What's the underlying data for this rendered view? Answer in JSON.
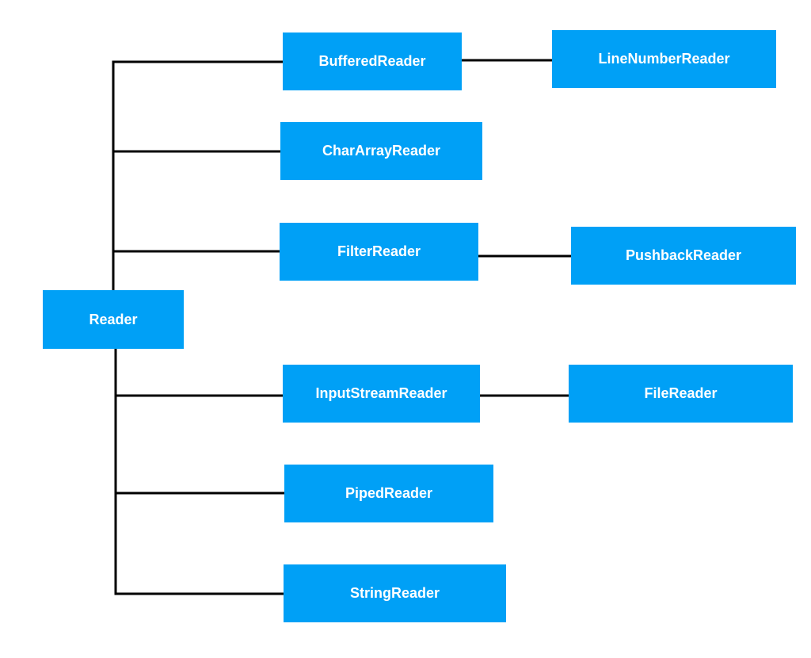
{
  "diagram": {
    "colors": {
      "node_fill": "#00a0f6",
      "node_text": "#ffffff",
      "connector": "#000000"
    },
    "nodes": {
      "reader": "Reader",
      "buffered_reader": "BufferedReader",
      "line_number_reader": "LineNumberReader",
      "char_array_reader": "CharArrayReader",
      "filter_reader": "FilterReader",
      "pushback_reader": "PushbackReader",
      "input_stream_reader": "InputStreamReader",
      "file_reader": "FileReader",
      "piped_reader": "PipedReader",
      "string_reader": "StringReader"
    },
    "edges": [
      [
        "reader",
        "buffered_reader"
      ],
      [
        "reader",
        "char_array_reader"
      ],
      [
        "reader",
        "filter_reader"
      ],
      [
        "reader",
        "input_stream_reader"
      ],
      [
        "reader",
        "piped_reader"
      ],
      [
        "reader",
        "string_reader"
      ],
      [
        "buffered_reader",
        "line_number_reader"
      ],
      [
        "filter_reader",
        "pushback_reader"
      ],
      [
        "input_stream_reader",
        "file_reader"
      ]
    ]
  }
}
